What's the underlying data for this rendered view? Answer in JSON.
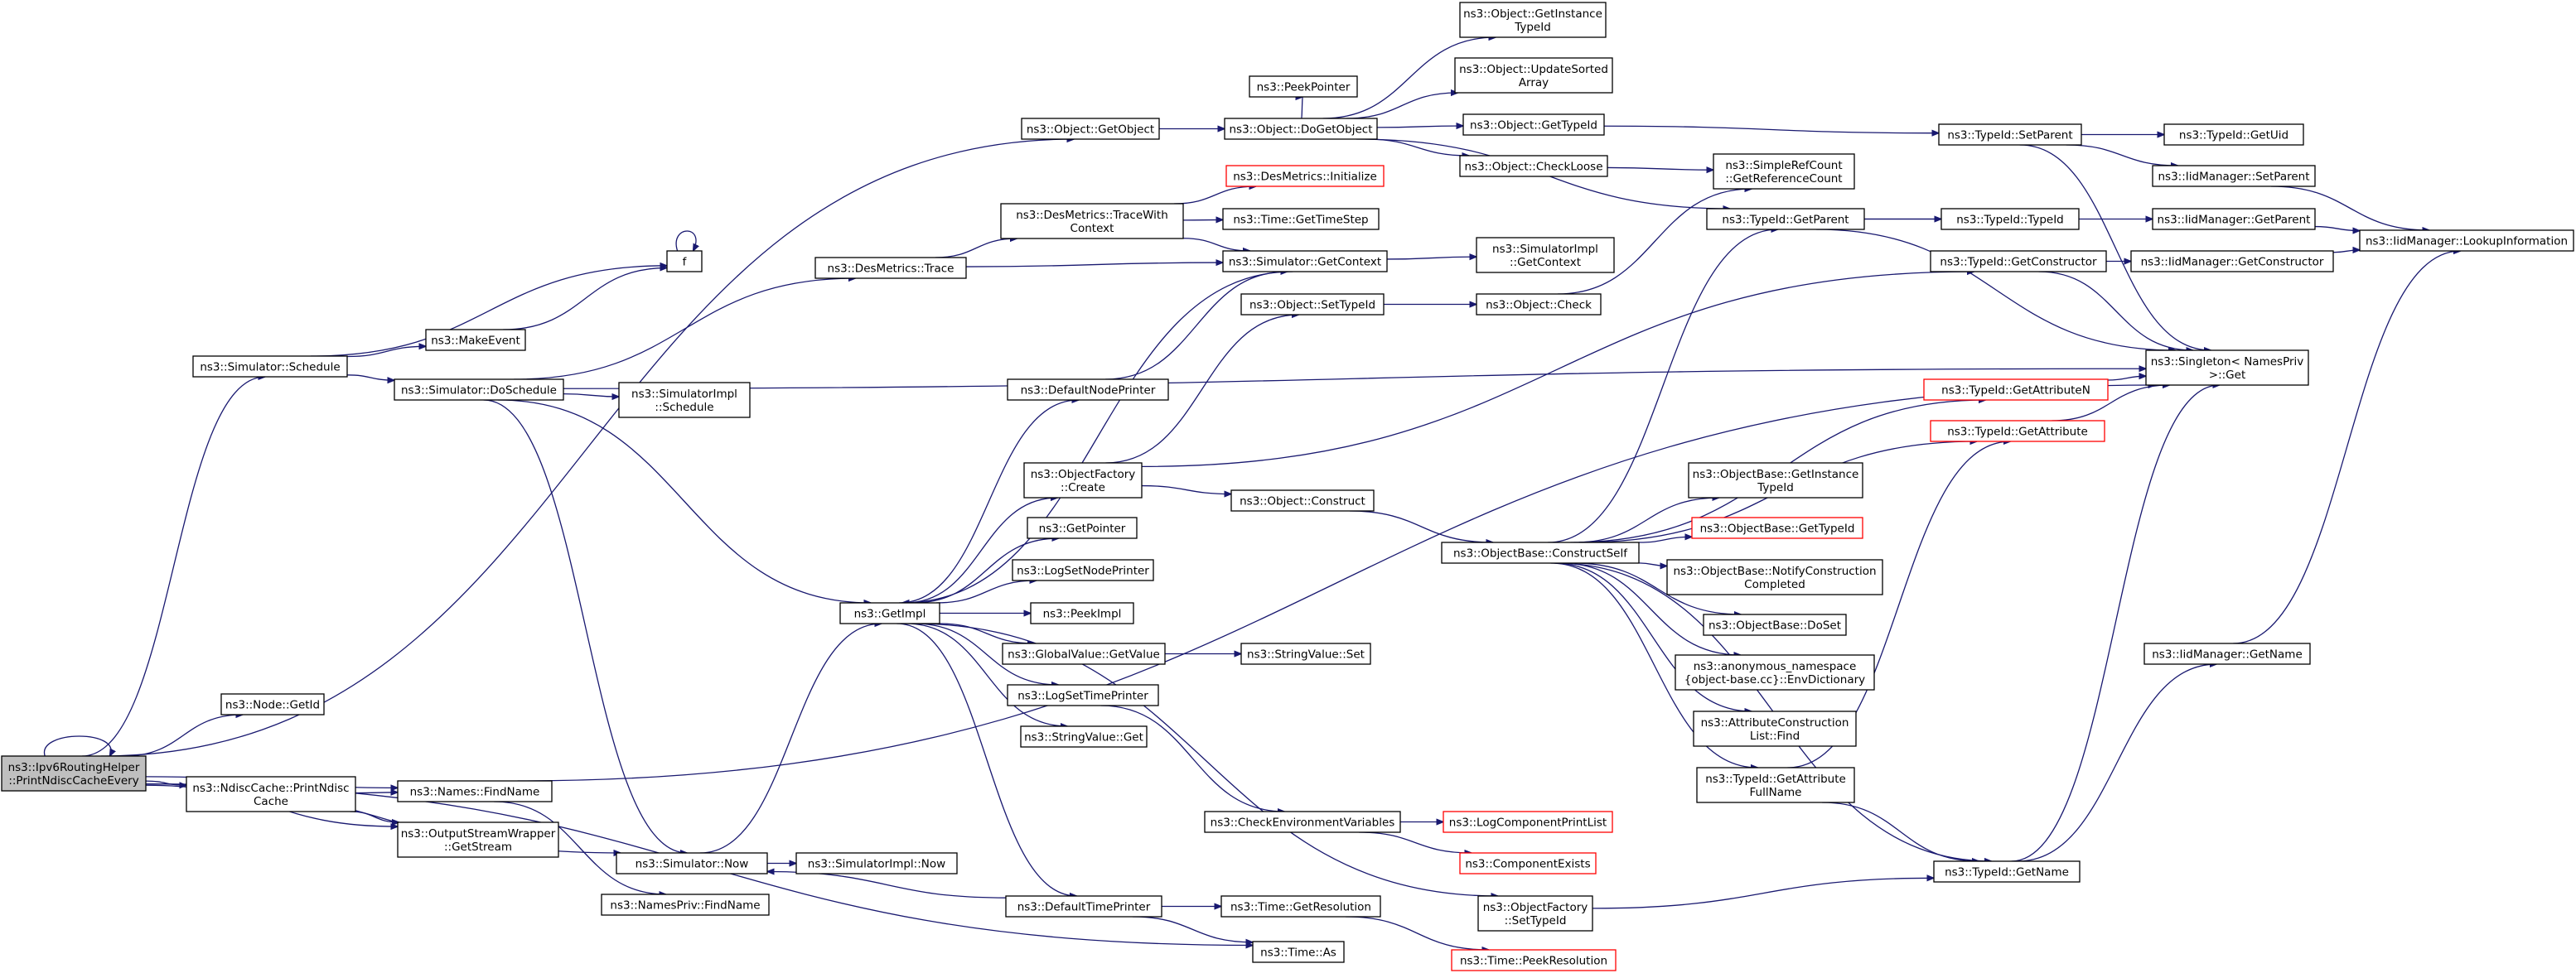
{
  "diagram": {
    "title": "",
    "colors": {
      "edge": "#191970",
      "node_border": "#000000",
      "truncated_node_border": "#ff0000",
      "root_fill": "#bfbfbf",
      "node_fill": "#ffffff"
    },
    "nodes": [
      {
        "id": "root",
        "lines": [
          "ns3::Ipv6RoutingHelper",
          "::PrintNdiscCacheEvery"
        ],
        "kind": "root"
      },
      {
        "id": "getobject",
        "lines": [
          "ns3::Object::GetObject"
        ]
      },
      {
        "id": "doschedule_sched",
        "lines": [
          "ns3::Simulator::Schedule"
        ]
      },
      {
        "id": "nodegetid",
        "lines": [
          "ns3::Node::GetId"
        ]
      },
      {
        "id": "ndisc",
        "lines": [
          "ns3::NdiscCache::PrintNdisc",
          "Cache"
        ]
      },
      {
        "id": "findname",
        "lines": [
          "ns3::Names::FindName"
        ]
      },
      {
        "id": "outstream",
        "lines": [
          "ns3::OutputStreamWrapper",
          "::GetStream"
        ]
      },
      {
        "id": "simnow",
        "lines": [
          "ns3::Simulator::Now"
        ]
      },
      {
        "id": "timeas",
        "lines": [
          "ns3::Time::As"
        ]
      },
      {
        "id": "peekpointer",
        "lines": [
          "ns3::PeekPointer"
        ]
      },
      {
        "id": "dogetobject",
        "lines": [
          "ns3::Object::DoGetObject"
        ]
      },
      {
        "id": "getinstancetypeid",
        "lines": [
          "ns3::Object::GetInstance",
          "TypeId"
        ]
      },
      {
        "id": "updatesorted",
        "lines": [
          "ns3::Object::UpdateSorted",
          "Array"
        ]
      },
      {
        "id": "objgettypeid",
        "lines": [
          "ns3::Object::GetTypeId"
        ]
      },
      {
        "id": "checkloose",
        "lines": [
          "ns3::Object::CheckLoose"
        ]
      },
      {
        "id": "setparent",
        "lines": [
          "ns3::TypeId::SetParent"
        ]
      },
      {
        "id": "getuid",
        "lines": [
          "ns3::TypeId::GetUid"
        ]
      },
      {
        "id": "iidsetparent",
        "lines": [
          "ns3::IidManager::SetParent"
        ]
      },
      {
        "id": "iidgetparent",
        "lines": [
          "ns3::IidManager::GetParent"
        ]
      },
      {
        "id": "lookup",
        "lines": [
          "ns3::IidManager::LookupInformation"
        ]
      },
      {
        "id": "simplerefcount",
        "lines": [
          "ns3::SimpleRefCount",
          "::GetReferenceCount"
        ]
      },
      {
        "id": "tgetparent",
        "lines": [
          "ns3::TypeId::GetParent"
        ]
      },
      {
        "id": "ttypeid",
        "lines": [
          "ns3::TypeId::TypeId"
        ]
      },
      {
        "id": "desinit",
        "lines": [
          "ns3::DesMetrics::Initialize"
        ],
        "kind": "truncated"
      },
      {
        "id": "destracewith",
        "lines": [
          "ns3::DesMetrics::TraceWith",
          "Context"
        ]
      },
      {
        "id": "gettimestep",
        "lines": [
          "ns3::Time::GetTimeStep"
        ]
      },
      {
        "id": "f",
        "lines": [
          "f"
        ]
      },
      {
        "id": "destrace",
        "lines": [
          "ns3::DesMetrics::Trace"
        ]
      },
      {
        "id": "getcontext",
        "lines": [
          "ns3::Simulator::GetContext"
        ]
      },
      {
        "id": "simimplgetcontext",
        "lines": [
          "ns3::SimulatorImpl",
          "::GetContext"
        ]
      },
      {
        "id": "tgetconstructor",
        "lines": [
          "ns3::TypeId::GetConstructor"
        ]
      },
      {
        "id": "iidgetconstructor",
        "lines": [
          "ns3::IidManager::GetConstructor"
        ]
      },
      {
        "id": "makeevent",
        "lines": [
          "ns3::MakeEvent"
        ]
      },
      {
        "id": "objsettypeid",
        "lines": [
          "ns3::Object::SetTypeId"
        ]
      },
      {
        "id": "objcheck",
        "lines": [
          "ns3::Object::Check"
        ]
      },
      {
        "id": "schedule",
        "lines": [
          "ns3::Simulator::Schedule"
        ]
      },
      {
        "id": "doschedule",
        "lines": [
          "ns3::Simulator::DoSchedule"
        ]
      },
      {
        "id": "simimplschedule",
        "lines": [
          "ns3::SimulatorImpl",
          "::Schedule"
        ]
      },
      {
        "id": "defaultnodeprinter",
        "lines": [
          "ns3::DefaultNodePrinter"
        ]
      },
      {
        "id": "singleton",
        "lines": [
          "ns3::Singleton< NamesPriv",
          " >::Get"
        ]
      },
      {
        "id": "tgetattributen",
        "lines": [
          "ns3::TypeId::GetAttributeN"
        ],
        "kind": "truncated"
      },
      {
        "id": "tgetattribute",
        "lines": [
          "ns3::TypeId::GetAttribute"
        ],
        "kind": "truncated"
      },
      {
        "id": "objfactorycreate",
        "lines": [
          "ns3::ObjectFactory",
          "::Create"
        ]
      },
      {
        "id": "objconstruct",
        "lines": [
          "ns3::Object::Construct"
        ]
      },
      {
        "id": "getinstancetypeid2",
        "lines": [
          "ns3::ObjectBase::GetInstance",
          "TypeId"
        ]
      },
      {
        "id": "obgettypeid",
        "lines": [
          "ns3::ObjectBase::GetTypeId"
        ],
        "kind": "truncated"
      },
      {
        "id": "getpointer",
        "lines": [
          "ns3::GetPointer"
        ]
      },
      {
        "id": "constructself",
        "lines": [
          "ns3::ObjectBase::ConstructSelf"
        ]
      },
      {
        "id": "notifyconstruction",
        "lines": [
          "ns3::ObjectBase::NotifyConstruction",
          "Completed"
        ]
      },
      {
        "id": "logsetnodeprinter",
        "lines": [
          "ns3::LogSetNodePrinter"
        ]
      },
      {
        "id": "getimpl",
        "lines": [
          "ns3::GetImpl"
        ]
      },
      {
        "id": "peekimpl",
        "lines": [
          "ns3::PeekImpl"
        ]
      },
      {
        "id": "obdoset",
        "lines": [
          "ns3::ObjectBase::DoSet"
        ]
      },
      {
        "id": "gvgetvalue",
        "lines": [
          "ns3::GlobalValue::GetValue"
        ]
      },
      {
        "id": "svset",
        "lines": [
          "ns3::StringValue::Set"
        ]
      },
      {
        "id": "iidgetname",
        "lines": [
          "ns3::IidManager::GetName"
        ]
      },
      {
        "id": "envdict",
        "lines": [
          "ns3::anonymous_namespace",
          "{object-base.cc}::EnvDictionary"
        ]
      },
      {
        "id": "logsettimeprinter",
        "lines": [
          "ns3::LogSetTimePrinter"
        ]
      },
      {
        "id": "attrconstructionfind",
        "lines": [
          "ns3::AttributeConstruction",
          "List::Find"
        ]
      },
      {
        "id": "svget",
        "lines": [
          "ns3::StringValue::Get"
        ]
      },
      {
        "id": "tgetattrfullname",
        "lines": [
          "ns3::TypeId::GetAttribute",
          "FullName"
        ]
      },
      {
        "id": "checkenv",
        "lines": [
          "ns3::CheckEnvironmentVariables"
        ]
      },
      {
        "id": "logcompprintlist",
        "lines": [
          "ns3::LogComponentPrintList"
        ],
        "kind": "truncated"
      },
      {
        "id": "compexists",
        "lines": [
          "ns3::ComponentExists"
        ],
        "kind": "truncated"
      },
      {
        "id": "simimplnow",
        "lines": [
          "ns3::SimulatorImpl::Now"
        ]
      },
      {
        "id": "tgetname",
        "lines": [
          "ns3::TypeId::GetName"
        ]
      },
      {
        "id": "namesprivfind",
        "lines": [
          "ns3::NamesPriv::FindName"
        ]
      },
      {
        "id": "defaulttimeprinter",
        "lines": [
          "ns3::DefaultTimePrinter"
        ]
      },
      {
        "id": "gettimeresolution",
        "lines": [
          "ns3::Time::GetResolution"
        ]
      },
      {
        "id": "objfactorysettypeid",
        "lines": [
          "ns3::ObjectFactory",
          "::SetTypeId"
        ]
      },
      {
        "id": "peekresolution",
        "lines": [
          "ns3::Time::PeekResolution"
        ],
        "kind": "truncated"
      }
    ],
    "edges": [
      [
        "root",
        "getobject"
      ],
      [
        "root",
        "schedule"
      ],
      [
        "root",
        "nodegetid"
      ],
      [
        "root",
        "ndisc"
      ],
      [
        "root",
        "findname"
      ],
      [
        "root",
        "outstream"
      ],
      [
        "root",
        "simnow"
      ],
      [
        "root",
        "timeas"
      ],
      [
        "root",
        "root"
      ],
      [
        "ndisc",
        "findname"
      ],
      [
        "ndisc",
        "outstream"
      ],
      [
        "findname",
        "singleton"
      ],
      [
        "findname",
        "namesprivfind"
      ],
      [
        "getobject",
        "dogetobject"
      ],
      [
        "dogetobject",
        "peekpointer"
      ],
      [
        "dogetobject",
        "getinstancetypeid"
      ],
      [
        "dogetobject",
        "updatesorted"
      ],
      [
        "dogetobject",
        "objgettypeid"
      ],
      [
        "dogetobject",
        "checkloose"
      ],
      [
        "dogetobject",
        "tgetparent"
      ],
      [
        "objgettypeid",
        "setparent"
      ],
      [
        "checkloose",
        "simplerefcount"
      ],
      [
        "setparent",
        "getuid"
      ],
      [
        "setparent",
        "iidsetparent"
      ],
      [
        "setparent",
        "singleton"
      ],
      [
        "iidsetparent",
        "lookup"
      ],
      [
        "iidgetparent",
        "lookup"
      ],
      [
        "iidgetconstructor",
        "lookup"
      ],
      [
        "iidgetname",
        "lookup"
      ],
      [
        "tgetparent",
        "ttypeid"
      ],
      [
        "tgetparent",
        "iidgetparent"
      ],
      [
        "tgetparent",
        "singleton"
      ],
      [
        "schedule",
        "f"
      ],
      [
        "schedule",
        "makeevent"
      ],
      [
        "schedule",
        "doschedule"
      ],
      [
        "makeevent",
        "f"
      ],
      [
        "f",
        "f"
      ],
      [
        "doschedule",
        "destrace"
      ],
      [
        "doschedule",
        "simimplschedule"
      ],
      [
        "doschedule",
        "getimpl"
      ],
      [
        "doschedule",
        "simnow"
      ],
      [
        "doschedule",
        "singleton"
      ],
      [
        "destrace",
        "destracewith"
      ],
      [
        "destrace",
        "getcontext"
      ],
      [
        "destracewith",
        "desinit"
      ],
      [
        "destracewith",
        "gettimestep"
      ],
      [
        "destracewith",
        "getcontext"
      ],
      [
        "getcontext",
        "simimplgetcontext"
      ],
      [
        "getcontext",
        "getimpl"
      ],
      [
        "defaultnodeprinter",
        "getcontext"
      ],
      [
        "getimpl",
        "defaultnodeprinter"
      ],
      [
        "getimpl",
        "objfactorycreate"
      ],
      [
        "getimpl",
        "getpointer"
      ],
      [
        "getimpl",
        "logsetnodeprinter"
      ],
      [
        "getimpl",
        "peekimpl"
      ],
      [
        "getimpl",
        "gvgetvalue"
      ],
      [
        "getimpl",
        "logsettimeprinter"
      ],
      [
        "getimpl",
        "svget"
      ],
      [
        "getimpl",
        "defaulttimeprinter"
      ],
      [
        "getimpl",
        "objfactorysettypeid"
      ],
      [
        "objfactorycreate",
        "objsettypeid"
      ],
      [
        "objfactorycreate",
        "objconstruct"
      ],
      [
        "objfactorycreate",
        "tgetconstructor"
      ],
      [
        "objsettypeid",
        "objcheck"
      ],
      [
        "objcheck",
        "simplerefcount"
      ],
      [
        "objconstruct",
        "constructself"
      ],
      [
        "constructself",
        "tgetparent"
      ],
      [
        "constructself",
        "tgetattributen"
      ],
      [
        "constructself",
        "tgetattribute"
      ],
      [
        "constructself",
        "getinstancetypeid2"
      ],
      [
        "constructself",
        "obgettypeid"
      ],
      [
        "constructself",
        "notifyconstruction"
      ],
      [
        "constructself",
        "obdoset"
      ],
      [
        "constructself",
        "envdict"
      ],
      [
        "constructself",
        "attrconstructionfind"
      ],
      [
        "constructself",
        "tgetattrfullname"
      ],
      [
        "constructself",
        "tgetname"
      ],
      [
        "tgetconstructor",
        "iidgetconstructor"
      ],
      [
        "tgetconstructor",
        "singleton"
      ],
      [
        "tgetattributen",
        "singleton"
      ],
      [
        "tgetattribute",
        "singleton"
      ],
      [
        "tgetattrfullname",
        "tgetattribute"
      ],
      [
        "tgetattrfullname",
        "tgetname"
      ],
      [
        "tgetname",
        "iidgetname"
      ],
      [
        "tgetname",
        "singleton"
      ],
      [
        "gvgetvalue",
        "svset"
      ],
      [
        "logsettimeprinter",
        "checkenv"
      ],
      [
        "checkenv",
        "logcompprintlist"
      ],
      [
        "checkenv",
        "compexists"
      ],
      [
        "simnow",
        "simimplnow"
      ],
      [
        "simnow",
        "getimpl"
      ],
      [
        "defaulttimeprinter",
        "simnow"
      ],
      [
        "defaulttimeprinter",
        "gettimeresolution"
      ],
      [
        "defaulttimeprinter",
        "timeas"
      ],
      [
        "gettimeresolution",
        "peekresolution"
      ],
      [
        "objfactorysettypeid",
        "tgetname"
      ]
    ]
  }
}
